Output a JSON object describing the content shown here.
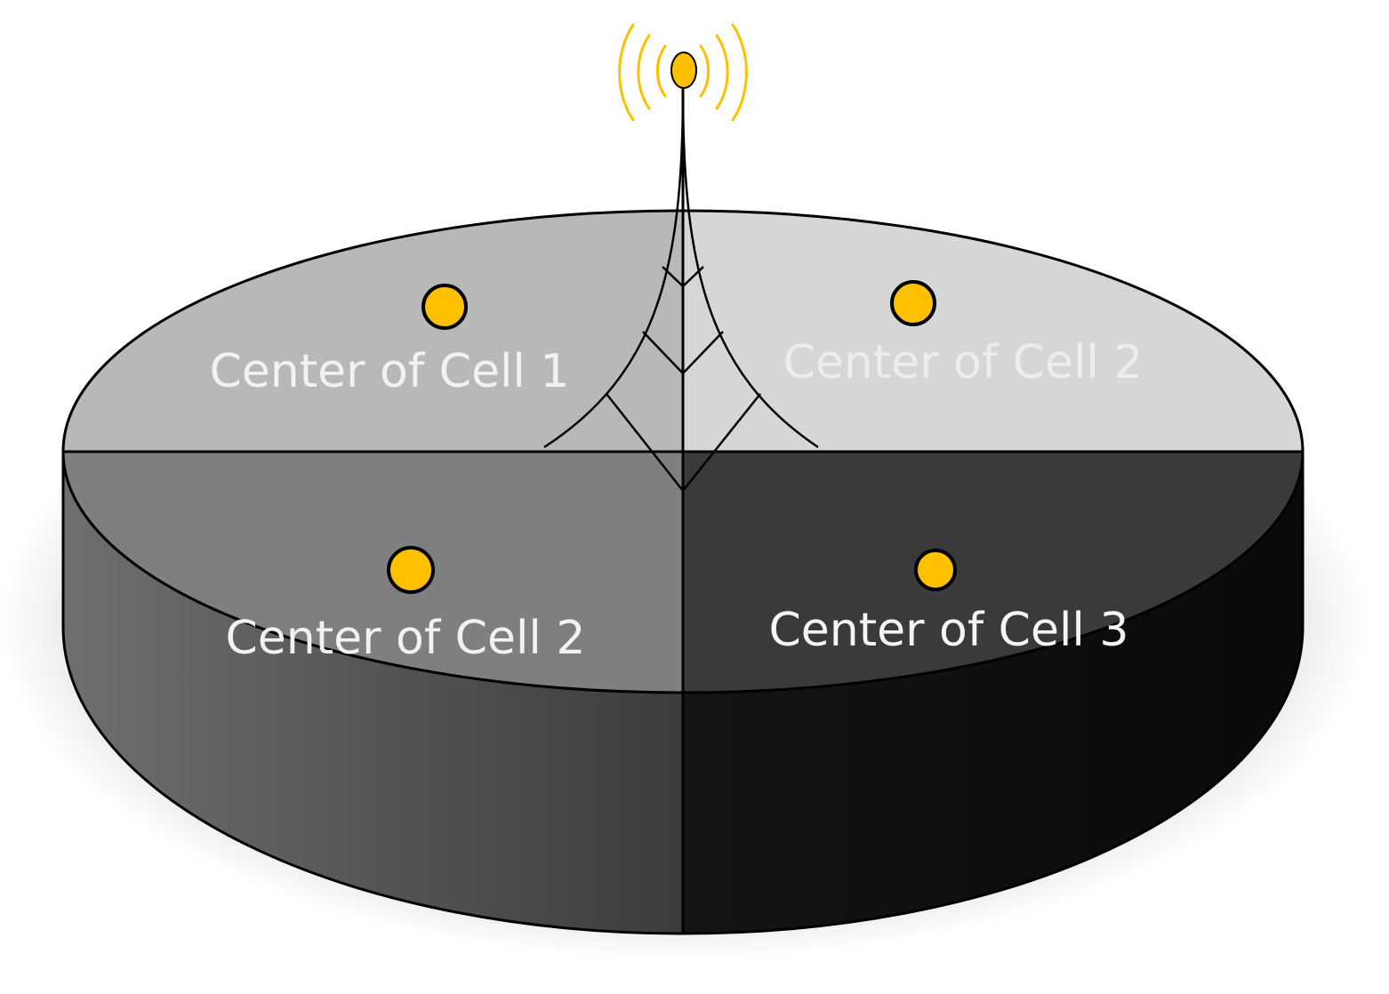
{
  "labels": {
    "cell_top_left": "Center of Cell 1",
    "cell_top_right": "Center of Cell 2",
    "cell_bottom_left": "Center of Cell 2",
    "cell_bottom_right": "Center of Cell 3"
  },
  "colors": {
    "quadrant_top_left": "#b8b8b8",
    "quadrant_top_right": "#d6d6d6",
    "quadrant_bottom_left": "#7f7f7f",
    "quadrant_bottom_right": "#3a3a3a",
    "side_left_dark": "#454545",
    "side_left_light": "#6e6e6e",
    "side_right": "#121212",
    "cell_center_dot": "#ffc000",
    "antenna_waves": "#ffc000",
    "outline": "#000000",
    "label_light": "#f2f2f2",
    "label_faint": "#ececec"
  },
  "icons": {
    "antenna": "antenna-tower-icon",
    "signal": "radio-waves-icon",
    "cell_marker": "cell-center-dot-icon"
  }
}
